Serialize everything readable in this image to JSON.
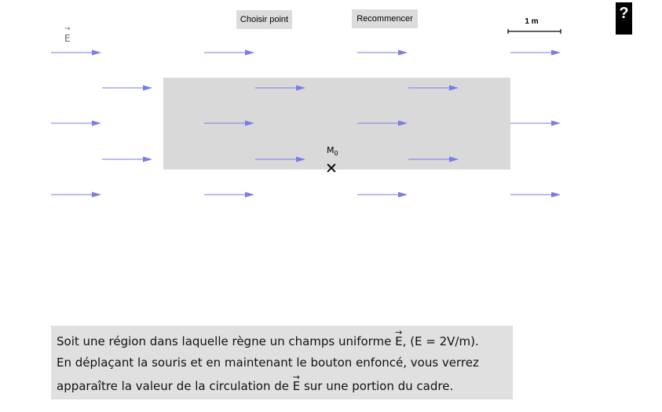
{
  "toolbar": {
    "choose_point_label": "Choisir point",
    "reset_label": "Recommencer",
    "help_label": "?"
  },
  "scale": {
    "label": "1 m"
  },
  "field": {
    "label": "E"
  },
  "point": {
    "label_base": "M",
    "label_sub": "0",
    "marker": "✕"
  },
  "info": {
    "line1_before": "Soit une région dans laquelle règne un champs uniforme ",
    "line1_vec": "E",
    "line1_after": ", (E = 2V/m).",
    "line2": "En déplaçant la souris et en maintenant le bouton enfoncé, vous verrez",
    "line3_before": "apparaître la valeur de la circulation de ",
    "line3_vec": "E",
    "line3_after": " sur une portion du cadre."
  },
  "colors": {
    "arrow": "#7b7bea",
    "frame": "#d9d9d9",
    "button": "#dcdcdc",
    "info_bg": "#e0e0e0"
  }
}
